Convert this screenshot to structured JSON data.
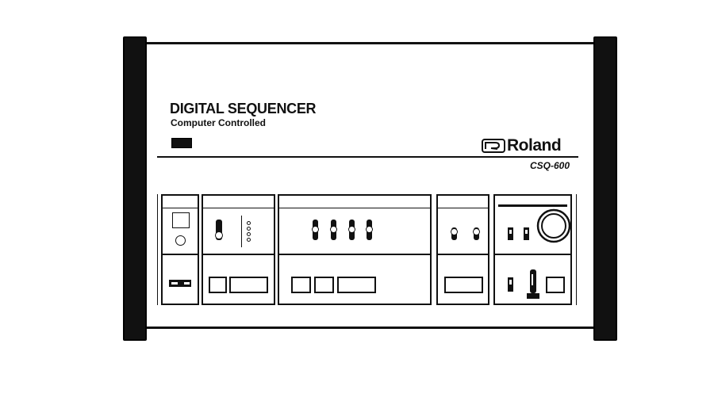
{
  "panel": {
    "title": "DIGITAL SEQUENCER",
    "subtitle": "Computer Controlled",
    "brand": "Roland",
    "model": "CSQ-600"
  },
  "colors": {
    "ink": "#111111",
    "background": "#ffffff"
  },
  "icons": [
    "roland-logo-icon",
    "power-indicator-icon",
    "dial-knob-icon",
    "lever-icon"
  ]
}
